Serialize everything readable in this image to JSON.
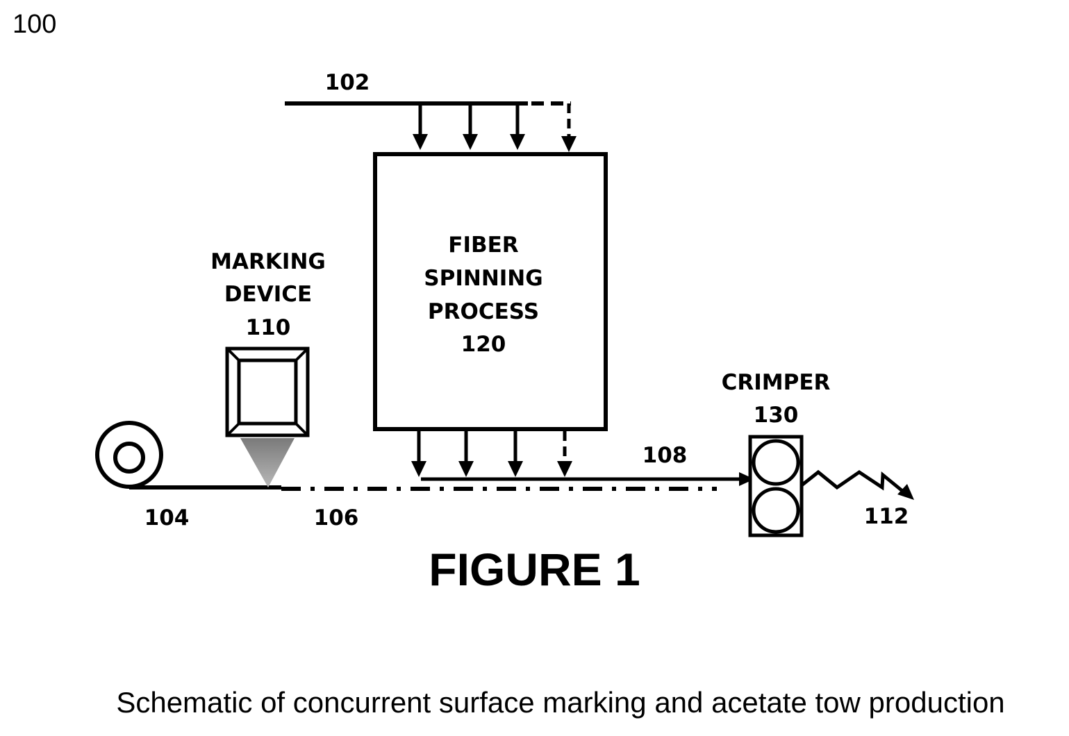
{
  "figure_ref": "100",
  "figure_title": "FIGURE 1",
  "caption": "Schematic of concurrent surface marking and acetate tow production",
  "labels": {
    "feed": "102",
    "spool": "104",
    "marked_tow": "106",
    "output_line": "108",
    "crimped_output": "112"
  },
  "marking_device": {
    "line1": "MARKING",
    "line2": "DEVICE",
    "ref": "110"
  },
  "spinning": {
    "line1": "FIBER",
    "line2": "SPINNING",
    "line3": "PROCESS",
    "ref": "120"
  },
  "crimper": {
    "line1": "CRIMPER",
    "ref": "130"
  }
}
